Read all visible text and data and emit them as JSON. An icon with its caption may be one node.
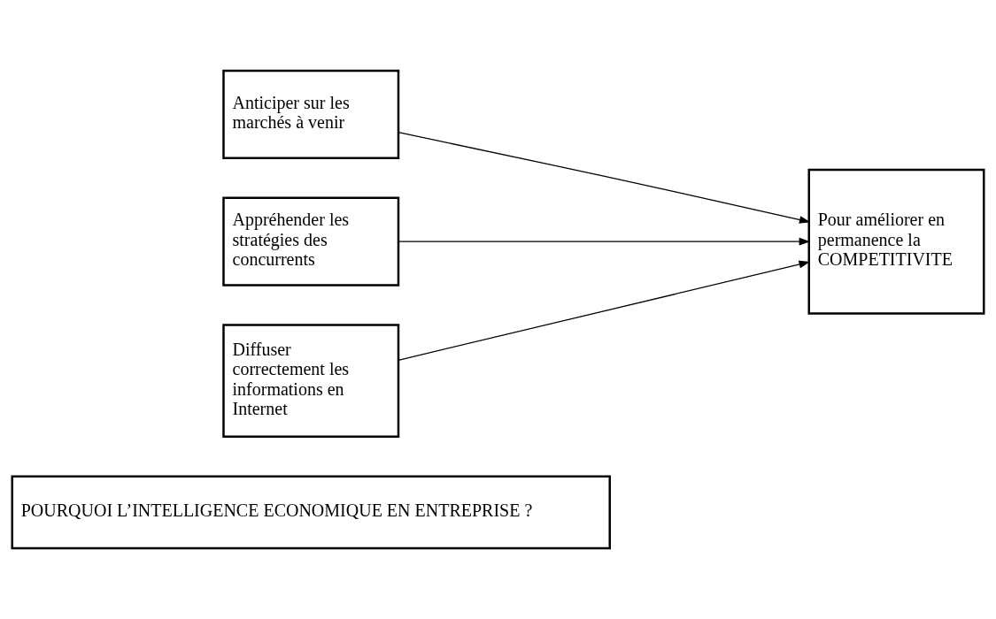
{
  "diagram": {
    "nodes": [
      {
        "text": [
          "POURQUOI L’INTELLIGENCE ECONOMIQUE EN ENTREPRISE ?"
        ]
      },
      {
        "text": [
          "Anticiper sur les marchés à venir"
        ]
      },
      {
        "text": [
          "Appréhender les stratégies des concurrents"
        ]
      },
      {
        "text": [
          "Diffuser correctement les informations en Internet"
        ]
      },
      {
        "text": [
          "Pour améliorer en permanence la COMPETITIVITE"
        ]
      }
    ],
    "edges": [
      {
        "from": 1,
        "to": 4,
        "arrow": "to"
      },
      {
        "from": 2,
        "to": 4,
        "arrow": "to"
      },
      {
        "from": 3,
        "to": 4,
        "arrow": "to"
      }
    ]
  }
}
